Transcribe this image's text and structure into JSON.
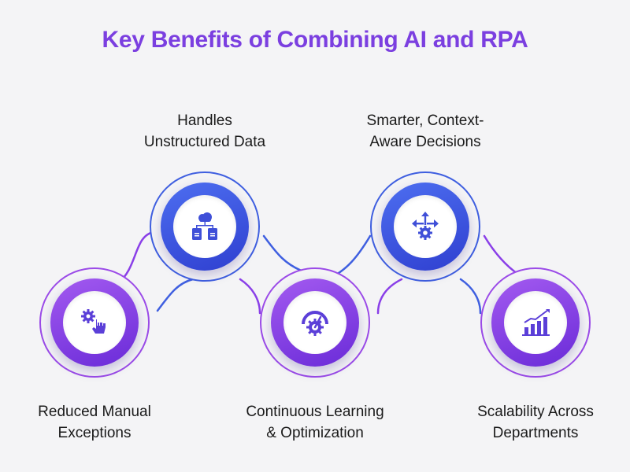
{
  "title": "Key Benefits of Combining AI and RPA",
  "benefits": [
    {
      "line1": "Reduced Manual",
      "line2": "Exceptions",
      "icon": "gear-hand-icon"
    },
    {
      "line1": "Handles",
      "line2": "Unstructured Data",
      "icon": "cloud-data-icon"
    },
    {
      "line1": "Continuous Learning",
      "line2": "& Optimization",
      "icon": "gauge-gear-icon"
    },
    {
      "line1": "Smarter, Context-",
      "line2": "Aware Decisions",
      "icon": "decision-arrows-icon"
    },
    {
      "line1": "Scalability Across",
      "line2": "Departments",
      "icon": "growth-chart-icon"
    }
  ],
  "colors": {
    "blue": "#3f5fe0",
    "purple": "#8a3fe8",
    "title": "#7b3fe0"
  }
}
